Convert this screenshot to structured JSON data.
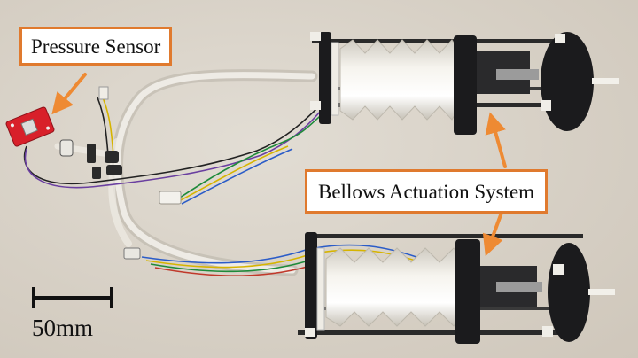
{
  "labels": {
    "pressure_sensor": "Pressure Sensor",
    "bellows_system": "Bellows Actuation System"
  },
  "scale_bar": {
    "label": "50mm"
  },
  "colors": {
    "label_border": "#e07a2e",
    "arrow": "#ee8a33",
    "sensor_board": "#d8202a",
    "bellows": "#f3f1ea",
    "frame": "#1b1b1d",
    "background": "#d6cfc4"
  }
}
